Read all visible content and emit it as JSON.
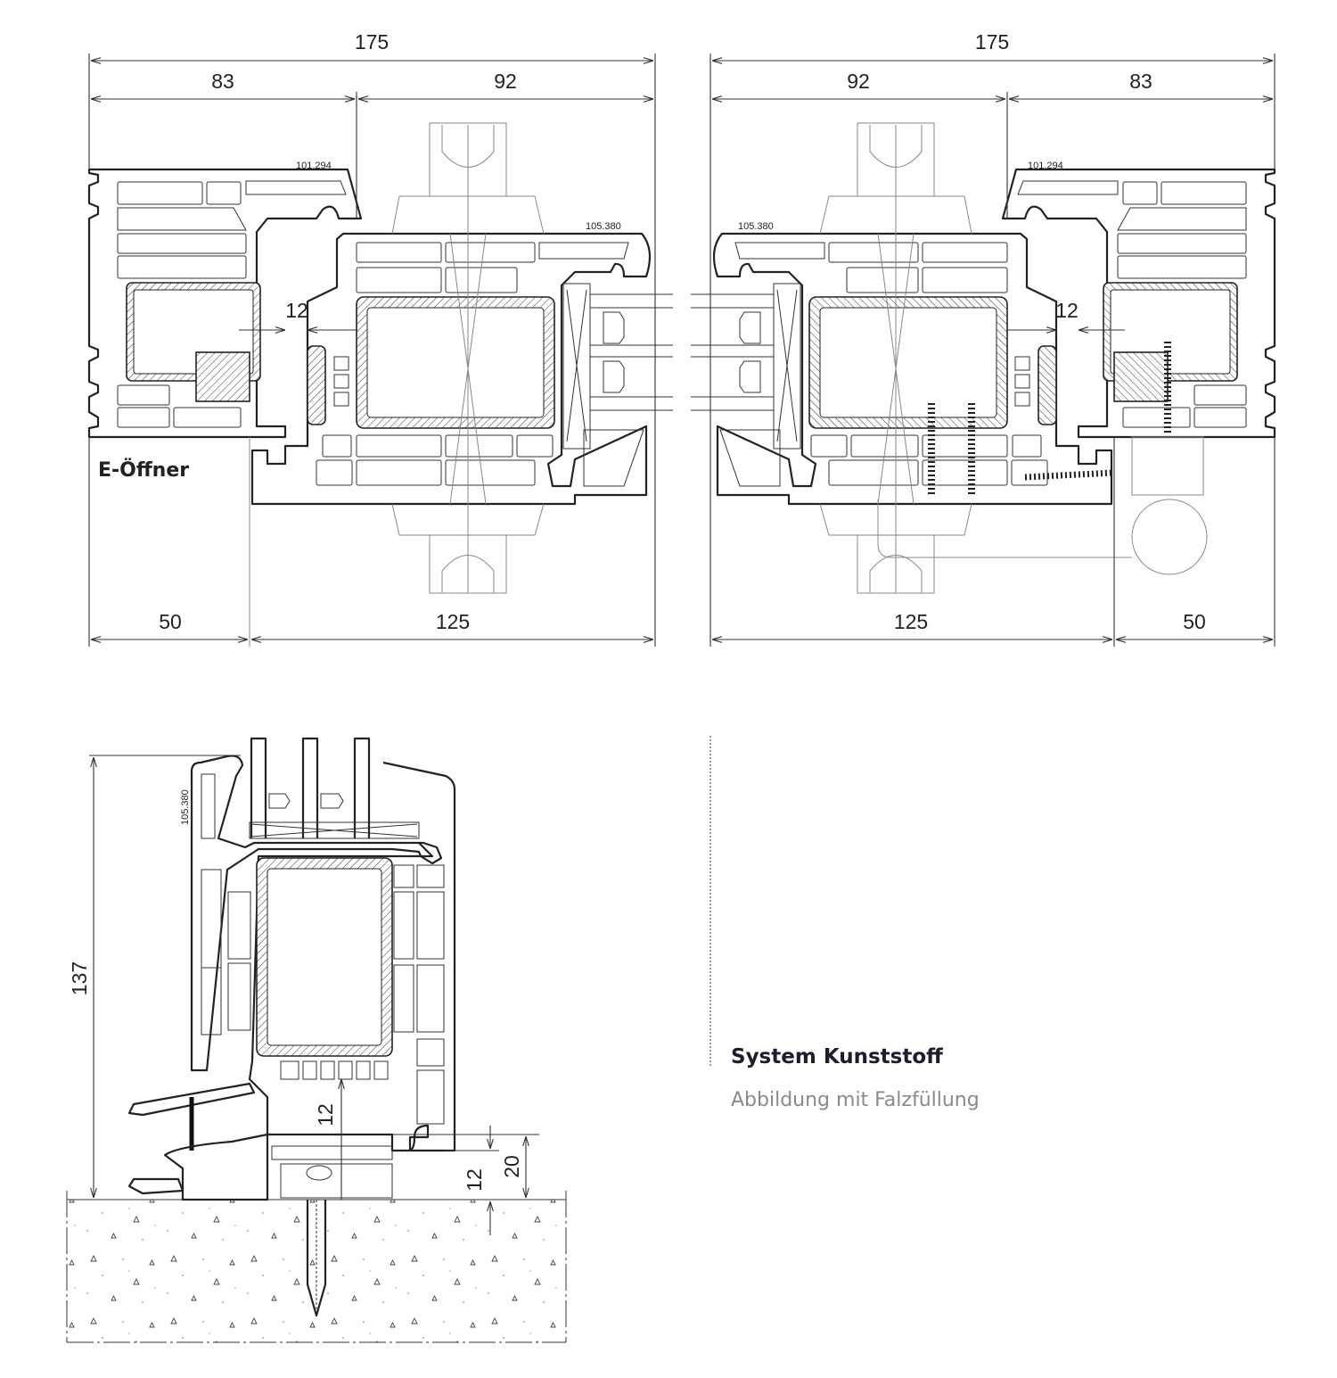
{
  "drawing_left": {
    "label": "E-Öffner",
    "dims": {
      "total": "175",
      "frame": "83",
      "sash": "92",
      "bottom_left": "50",
      "bottom_right": "125",
      "rebate": "12"
    },
    "codes": {
      "frame": "101.294",
      "sash": "105.380"
    }
  },
  "drawing_right": {
    "dims": {
      "total": "175",
      "sash": "92",
      "frame": "83",
      "bottom_left": "125",
      "bottom_right": "50",
      "rebate": "12"
    },
    "codes": {
      "frame": "101.294",
      "sash": "105.380"
    }
  },
  "drawing_bottom": {
    "dims": {
      "height": "137",
      "rebate": "12",
      "threshold": "20",
      "floor_offset": "12"
    },
    "codes": {
      "sash": "105.380"
    }
  },
  "caption": {
    "title": "System Kunststoff",
    "subtitle": "Abbildung mit Falzfüllung"
  }
}
